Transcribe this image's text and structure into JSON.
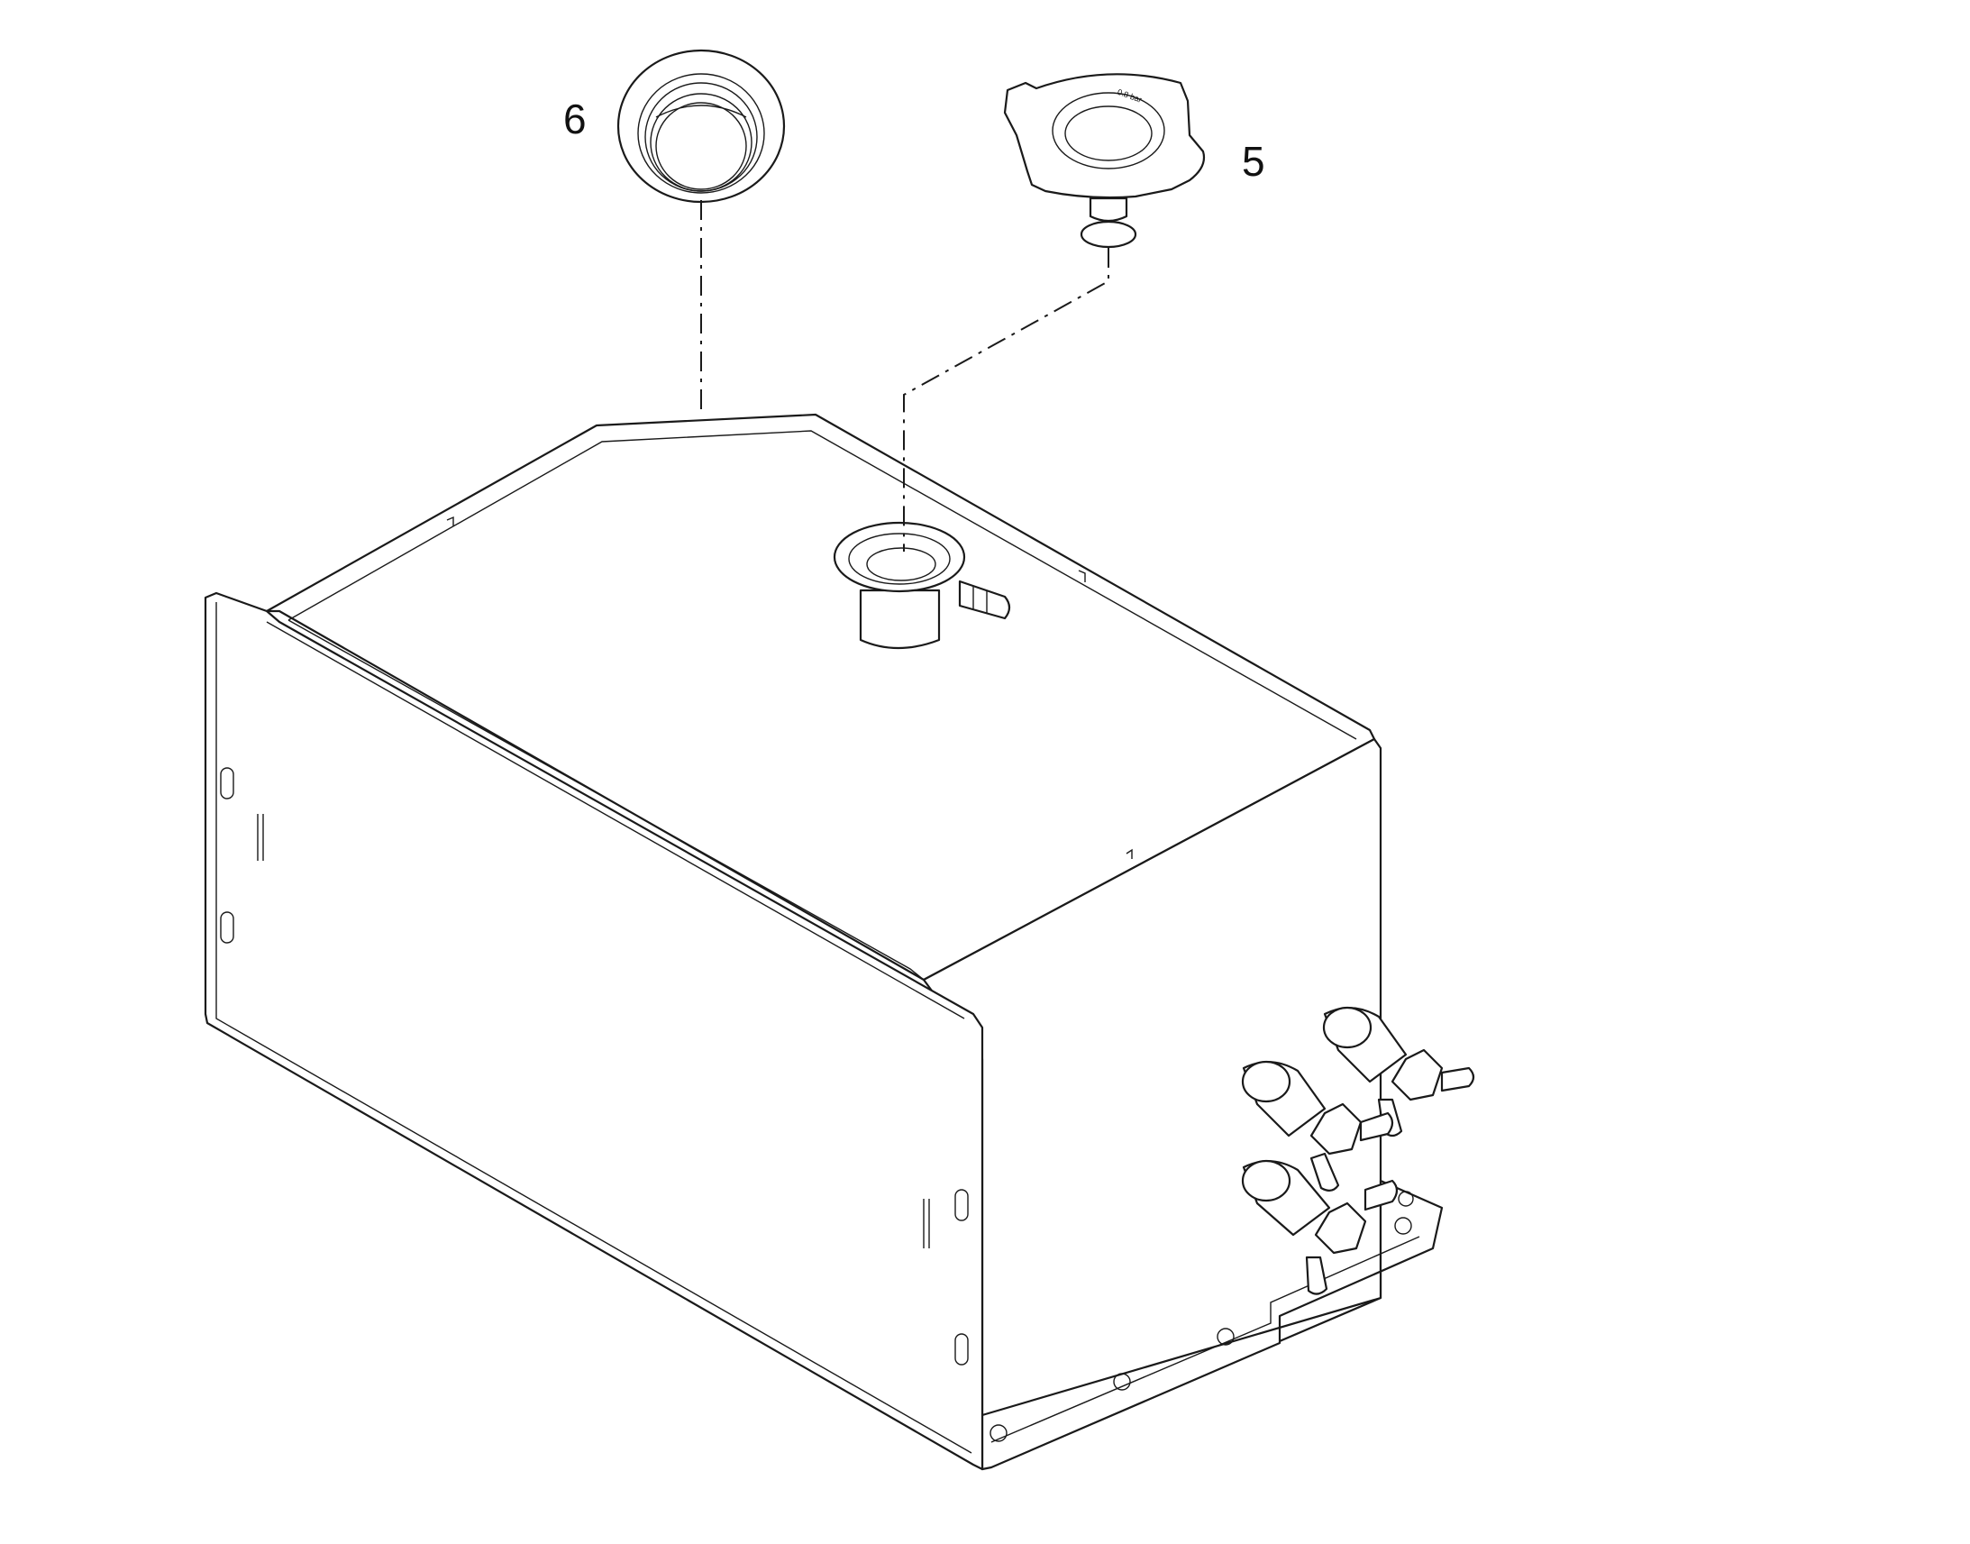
{
  "callouts": [
    {
      "id": "filler-neck-seal",
      "label": "6"
    },
    {
      "id": "pressure-cap",
      "label": "5"
    }
  ],
  "colors": {
    "line": "#1a1a1a",
    "background": "#ffffff"
  }
}
